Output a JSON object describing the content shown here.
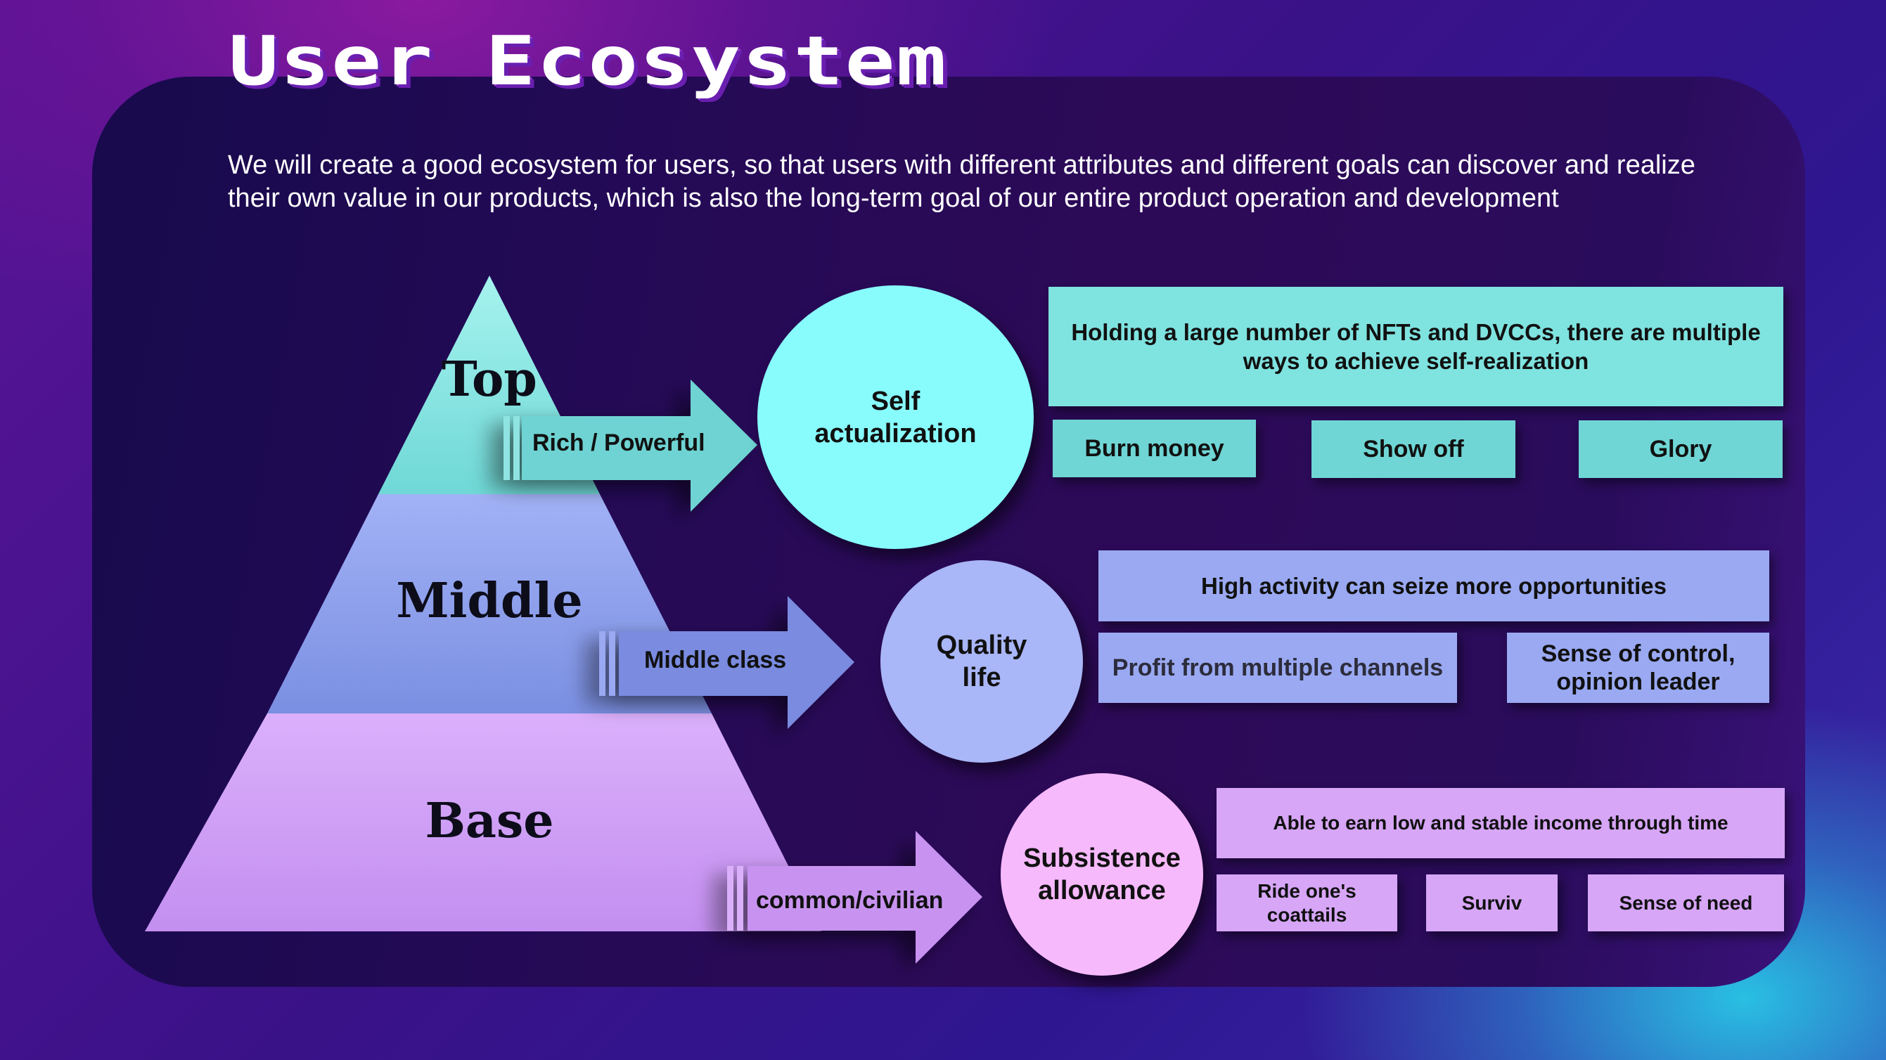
{
  "title": "User Ecosystem",
  "subtitle": "We will create a good ecosystem for users, so that users with different attributes and different goals can discover and realize their own value in our products, which is also the long-term goal of our entire product operation and development",
  "pyramid": {
    "top": "Top",
    "middle": "Middle",
    "base": "Base"
  },
  "arrows": {
    "top": "Rich / Powerful",
    "middle": "Middle class",
    "base": "common/civilian"
  },
  "circles": {
    "top": "Self actualization",
    "middle": "Quality life",
    "base": "Subsistence allowance"
  },
  "top_group": {
    "headline": "Holding a large number of NFTs and DVCCs, there are multiple ways to achieve self-realization",
    "items": [
      "Burn money",
      "Show off",
      "Glory"
    ]
  },
  "middle_group": {
    "headline": "High activity can seize more opportunities",
    "items": [
      "Profit from multiple channels",
      "Sense of control, opinion leader"
    ]
  },
  "base_group": {
    "headline": "Able to earn low and stable income through time",
    "items": [
      "Ride one's coattails",
      "Surviv",
      "Sense of need"
    ]
  },
  "colors": {
    "top": "#7fe3e0",
    "middle": "#9aa9f2",
    "base": "#d7a6f7"
  }
}
